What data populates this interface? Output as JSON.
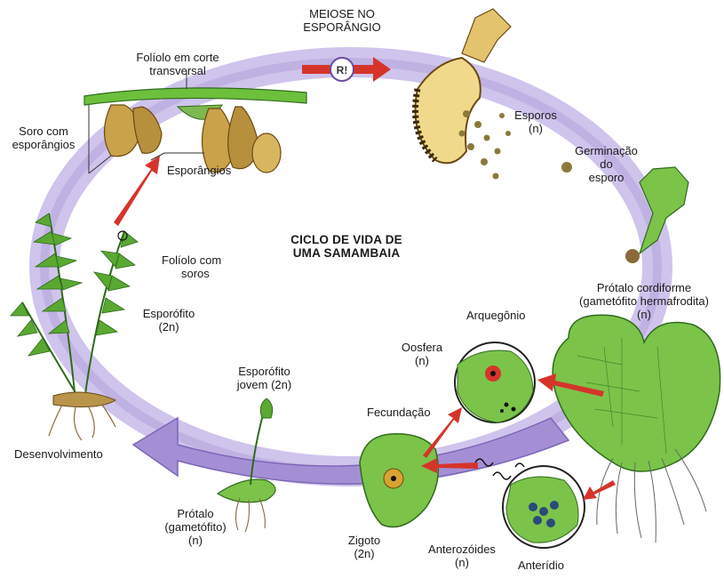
{
  "title": [
    "CICLO DE VIDA DE",
    "UMA SAMAMBAIA"
  ],
  "labels": {
    "meiose": [
      "MEIOSE NO",
      "ESPORÂNGIO"
    ],
    "r_badge": "R!",
    "foliolo_corte": [
      "Folíolo em corte",
      "transversal"
    ],
    "soro": [
      "Soro com",
      "esporângios"
    ],
    "esporangios": "Esporângios",
    "esporos": [
      "Esporos",
      "(n)"
    ],
    "germinacao": [
      "Germinação",
      "do",
      "esporo"
    ],
    "foliolo_soros": [
      "Folíolo com",
      "soros"
    ],
    "esporofito": [
      "Esporófito",
      "(2n)"
    ],
    "protalo_cordiforme": [
      "Prótalo cordiforme",
      "(gametófito hermafrodita)",
      "(n)"
    ],
    "arquegonio": "Arquegônio",
    "oosfera": [
      "Oosfera",
      "(n)"
    ],
    "esporofito_jovem": [
      "Esporófito",
      "jovem (2n)"
    ],
    "fecundacao": "Fecundação",
    "desenvolvimento": "Desenvolvimento",
    "protalo": [
      "Prótalo",
      "(gametófito)",
      "(n)"
    ],
    "zigoto": [
      "Zigoto",
      "(2n)"
    ],
    "anterozoides": [
      "Anterozóides",
      "(n)"
    ],
    "anteridio": "Anterídio"
  },
  "colors": {
    "cycle": "#b9a9dd",
    "cycle_dark": "#9d86cf",
    "plant_green": "#5aa832",
    "plant_dark": "#2f6b1c",
    "cell_green": "#7cc34a",
    "sporangia": "#c9a24a",
    "arrow_red": "#d6342a",
    "root": "#8a6a3a"
  }
}
